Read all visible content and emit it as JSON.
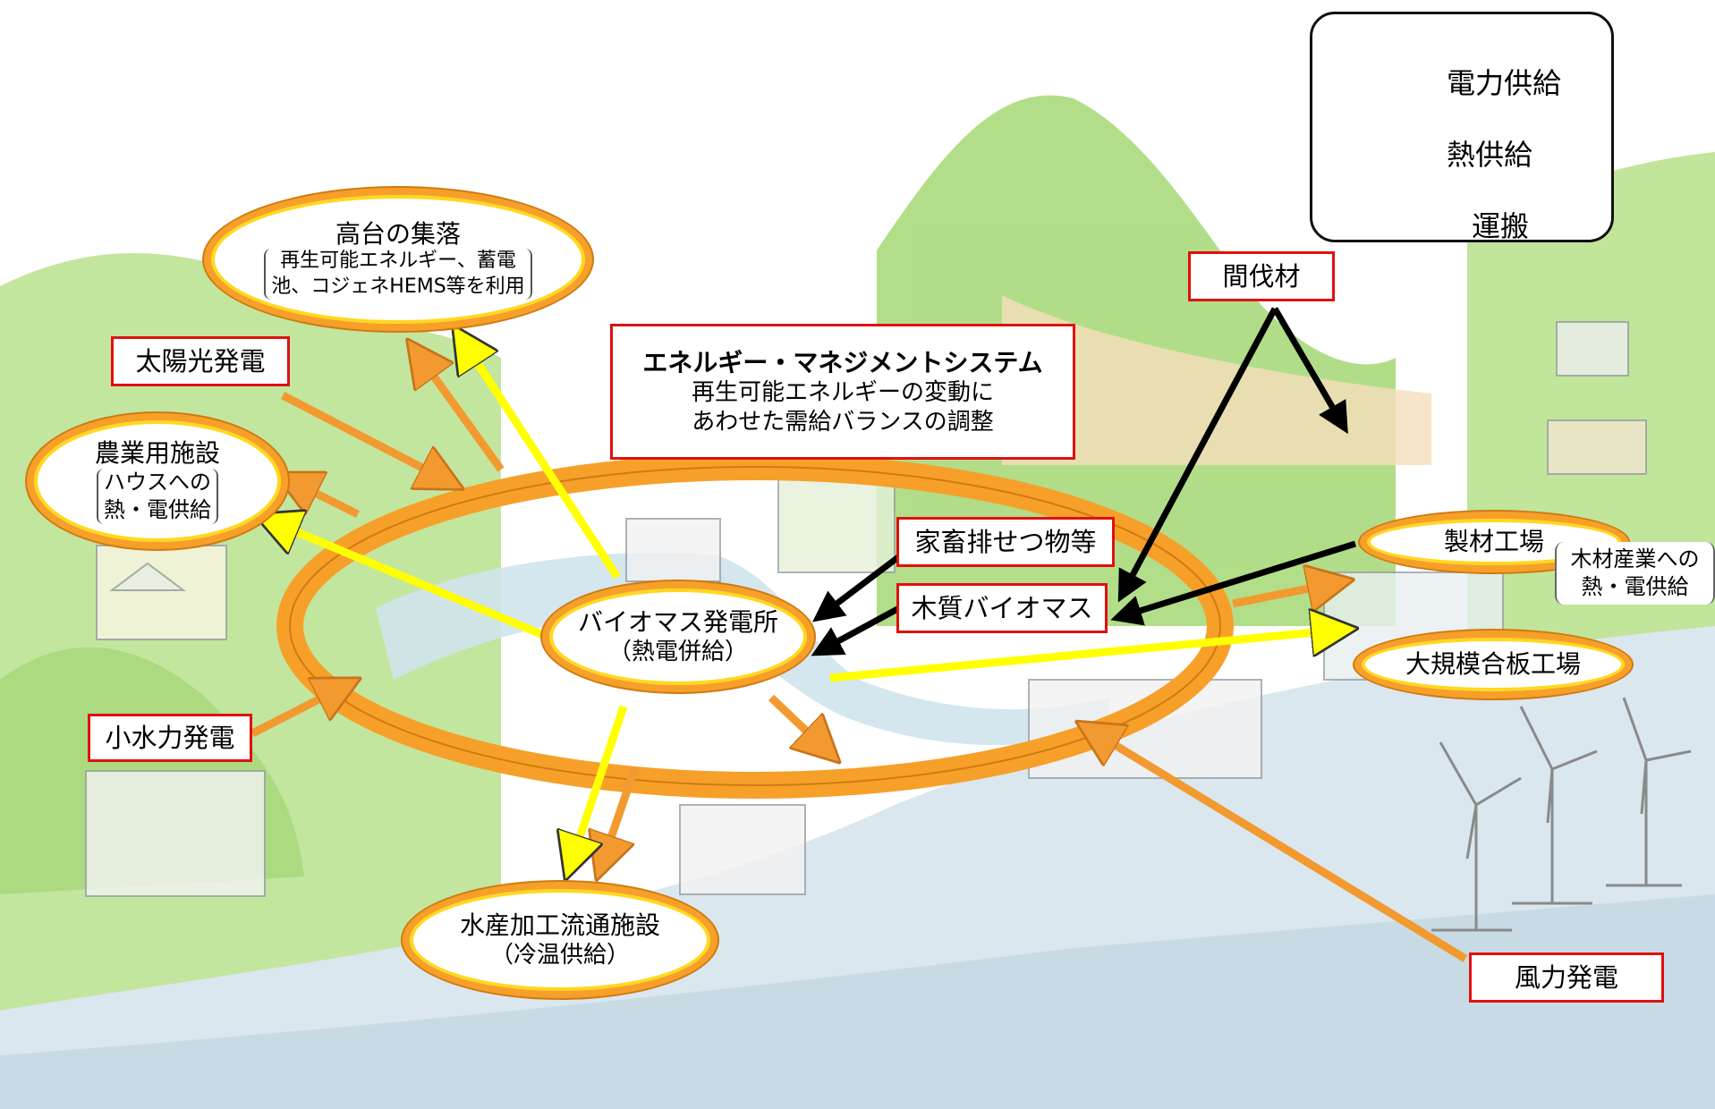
{
  "legend": {
    "items": [
      {
        "label": "電力供給",
        "icon": "orange-arrow-icon",
        "color": "#f29a30"
      },
      {
        "label": "熱供給",
        "icon": "yellow-arrow-icon",
        "color": "#ffff00"
      },
      {
        "label": "運搬",
        "icon": "black-arrow-icon",
        "color": "#000000"
      }
    ]
  },
  "ems": {
    "title": "エネルギー・マネジメントシステム",
    "line1": "再生可能エネルギーの変動に",
    "line2": "あわせた需給バランスの調整"
  },
  "nodes": {
    "highland": {
      "title": "高台の集落",
      "line1": "再生可能エネルギー、蓄電",
      "line2": "池、コジェネHEMS等を利用"
    },
    "agri": {
      "title": "農業用施設",
      "line1": "ハウスへの",
      "line2": "熱・電供給"
    },
    "biomass_plant": {
      "title": "バイオマス発電所",
      "sub": "（熱電併給）"
    },
    "fishery": {
      "title": "水産加工流通施設",
      "sub": "（冷温供給）"
    },
    "sawmill": {
      "title": "製材工場"
    },
    "plywood": {
      "title": "大規模合板工場"
    },
    "timber_industry": {
      "line1": "木材産業への",
      "line2": "熱・電供給"
    }
  },
  "sources": {
    "solar": "太陽光発電",
    "hydro": "小水力発電",
    "wind": "風力発電",
    "thinning": "間伐材",
    "livestock": "家畜排せつ物等",
    "woody": "木質バイオマス"
  },
  "colors": {
    "power": "#f29a30",
    "heat": "#ffff00",
    "transport": "#000000",
    "box_border": "#e01010",
    "hill": "#9fd86a",
    "sea": "#d4e4ec"
  }
}
